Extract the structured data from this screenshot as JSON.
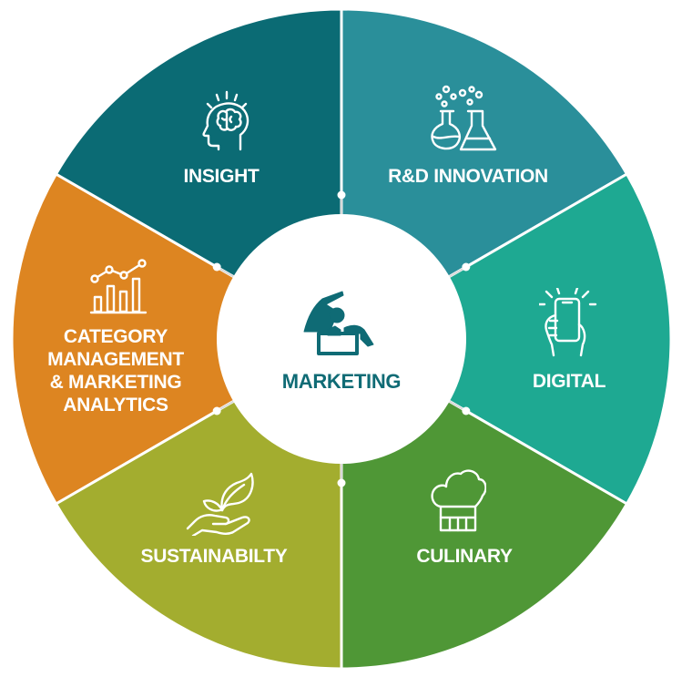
{
  "center": {
    "label": "MARKETING",
    "color": "#0f6b75",
    "icon": "presenter-at-podium-icon"
  },
  "segments": [
    {
      "key": "insight",
      "label": "INSIGHT",
      "color": "#dd8521",
      "icon": "brain-head-icon"
    },
    {
      "key": "rd",
      "label": "R&D INNOVATION",
      "color": "#0b6b74",
      "icon": "lab-flasks-icon"
    },
    {
      "key": "digital",
      "label": "DIGITAL",
      "color": "#2a8f9a",
      "icon": "hand-smartphone-icon"
    },
    {
      "key": "culinary",
      "label": "CULINARY",
      "color": "#1ea992",
      "icon": "chef-hat-icon"
    },
    {
      "key": "sustainability",
      "label": "SUSTAINABILTY",
      "color": "#4f9736",
      "icon": "hand-leaf-icon"
    },
    {
      "key": "category",
      "label": "CATEGORY\nMANAGEMENT\n& MARKETING\nANALYTICS",
      "color": "#a3ad2f",
      "icon": "analytics-chart-icon"
    }
  ]
}
